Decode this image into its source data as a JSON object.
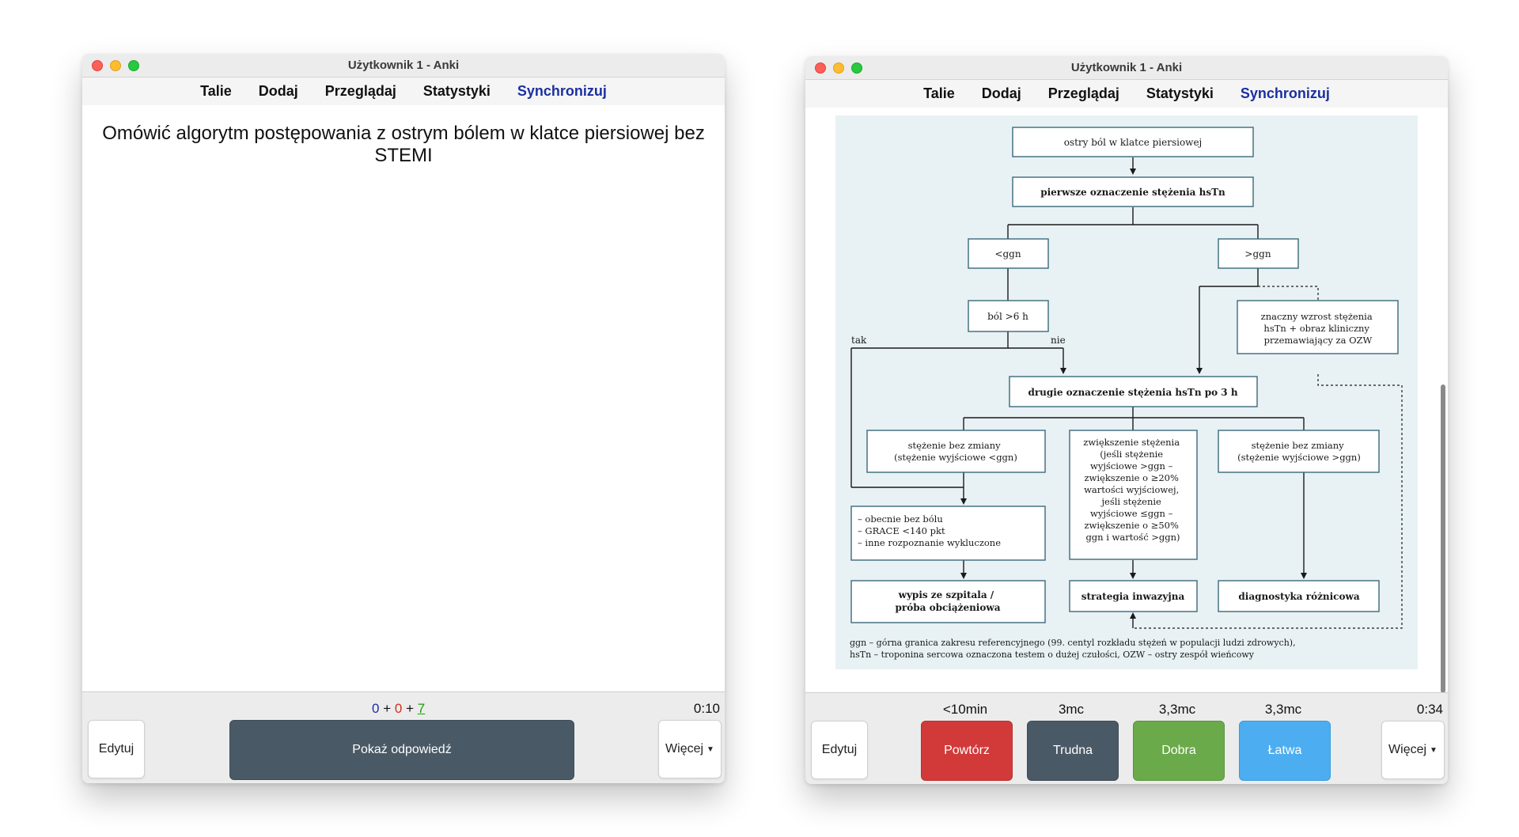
{
  "app_title": "Użytkownik 1 - Anki",
  "toolbar": {
    "decks": "Talie",
    "add": "Dodaj",
    "browse": "Przeglądaj",
    "stats": "Statystyki",
    "sync": "Synchronizuj"
  },
  "front": {
    "question": "Omówić algorytm postępowania z ostrym bólem w klatce piersiowej bez STEMI",
    "counts": {
      "new": "0",
      "learn": "0",
      "review": "7",
      "plus": "+"
    },
    "timer": "0:10",
    "edit_label": "Edytuj",
    "show_answer_label": "Pokaż odpowiedź",
    "more_label": "Więcej"
  },
  "back": {
    "timer": "0:34",
    "edit_label": "Edytuj",
    "more_label": "Więcej",
    "ease": [
      {
        "interval": "<10min",
        "label": "Powtórz"
      },
      {
        "interval": "3mc",
        "label": "Trudna"
      },
      {
        "interval": "3,3mc",
        "label": "Dobra"
      },
      {
        "interval": "3,3mc",
        "label": "Łatwa"
      }
    ]
  },
  "diagram": {
    "start": "ostry ból w klatce piersiowej",
    "first": "pierwsze oznaczenie stężenia hsTn",
    "low": "<ggn",
    "high": ">ggn",
    "pain": "ból >6 h",
    "yes": "tak",
    "no": "nie",
    "big_rise": [
      "znaczny wzrost stężenia",
      "hsTn + obraz kliniczny",
      "przemawiający za OZW"
    ],
    "second": "drugie oznaczenie stężenia hsTn po 3 h",
    "unchanged_low": [
      "stężenie bez zmiany",
      "(stężenie wyjściowe <ggn)"
    ],
    "increase": [
      "zwiększenie stężenia",
      "(jeśli stężenie",
      "wyjściowe >ggn –",
      "zwiększenie o ≥20%",
      "wartości wyjściowej,",
      "jeśli stężenie",
      "wyjściowe ≤ggn –",
      "zwiększenie o ≥50%",
      "ggn i wartość >ggn)"
    ],
    "unchanged_high": [
      "stężenie bez zmiany",
      "(stężenie wyjściowe >ggn)"
    ],
    "criteria": [
      "– obecnie bez bólu",
      "– GRACE <140 pkt",
      "– inne rozpoznanie wykluczone"
    ],
    "discharge": [
      "wypis ze szpitala /",
      "próba obciążeniowa"
    ],
    "invasive": "strategia inwazyjna",
    "differential": "diagnostyka różnicowa",
    "footnote": [
      "ggn – górna granica zakresu referencyjnego (99. centyl rozkładu stężeń w populacji ludzi zdrowych),",
      "hsTn – troponina sercowa oznaczona testem o dużej czułości, OZW – ostry zespół wieńcowy"
    ]
  },
  "colors": {
    "sync_link": "#1b2fa0",
    "again": "#d23a3a",
    "hard": "#4a5966",
    "good": "#6aaa4a",
    "easy": "#4caef0"
  }
}
